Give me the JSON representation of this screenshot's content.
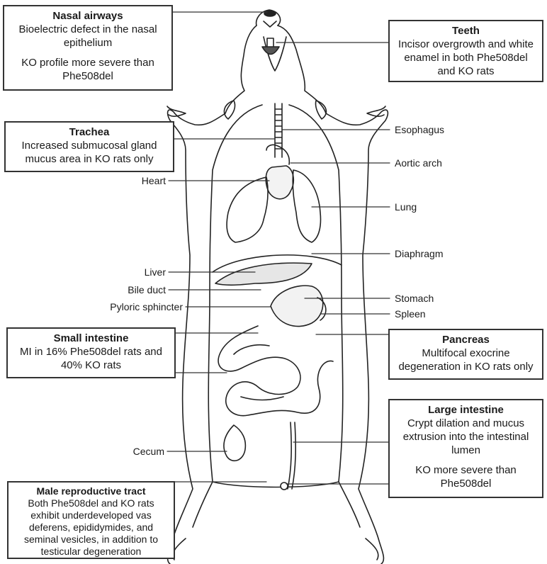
{
  "labels": {
    "esophagus": "Esophagus",
    "aortic_arch": "Aortic arch",
    "heart": "Heart",
    "lung": "Lung",
    "diaphragm": "Diaphragm",
    "liver": "Liver",
    "bile_duct": "Bile duct",
    "pyloric_sphincter": "Pyloric sphincter",
    "stomach": "Stomach",
    "spleen": "Spleen",
    "cecum": "Cecum"
  },
  "boxes": {
    "nasal_airways": {
      "title": "Nasal airways",
      "p1": "Bioelectric defect in the nasal epithelium",
      "p2": "KO profile more severe than Phe508del"
    },
    "teeth": {
      "title": "Teeth",
      "p1": "Incisor overgrowth and white enamel in both Phe508del and KO rats"
    },
    "trachea": {
      "title": "Trachea",
      "p1": "Increased submucosal gland mucus area in KO rats only"
    },
    "small_intestine": {
      "title": "Small intestine",
      "p1": "MI in 16% Phe508del rats and 40% KO rats"
    },
    "pancreas": {
      "title": "Pancreas",
      "p1": "Multifocal exocrine degeneration in KO rats only"
    },
    "large_intestine": {
      "title": "Large intestine",
      "p1": "Crypt dilation and mucus extrusion into the intestinal lumen",
      "p2": "KO more severe than Phe508del"
    },
    "male_reproductive": {
      "title": "Male reproductive tract",
      "p1": "Both Phe508del and KO rats exhibit underdeveloped vas deferens, epididymides, and seminal vesicles, in addition to testicular degeneration"
    }
  }
}
